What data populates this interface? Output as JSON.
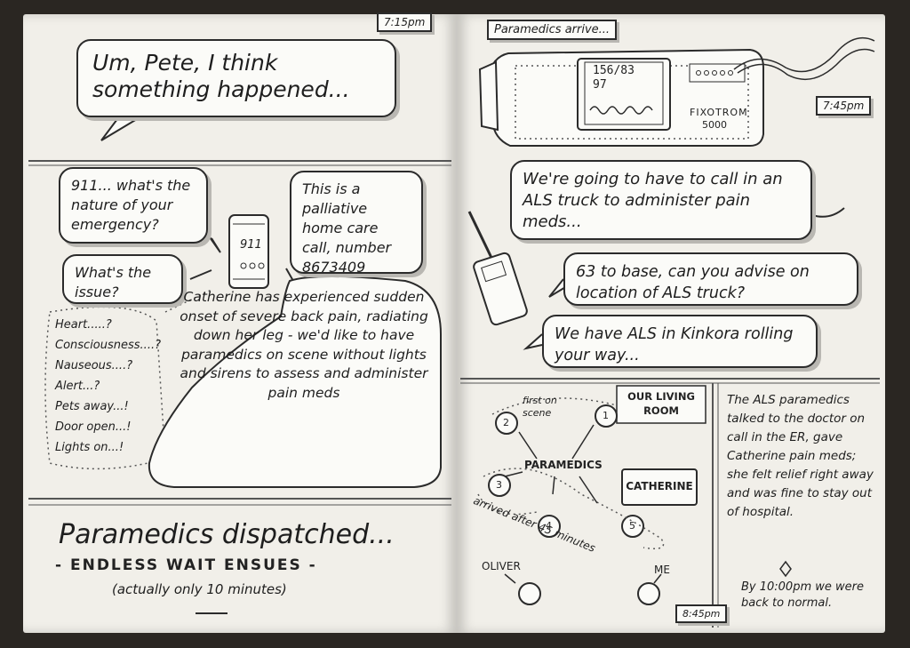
{
  "left_page": {
    "time_1": "7:15pm",
    "bubble_pete": "Um, Pete, I think something happened...",
    "dispatcher_q1": "911... what's the nature of your emergency?",
    "dispatcher_q2": "What's the issue?",
    "caller_reply": "This is a palliative home care call, number 8673409",
    "phone_screen": "911",
    "checklist": [
      "Heart.....?",
      "Consciousness....?",
      "Nauseous....?",
      "Alert...?",
      "Pets away...!",
      "Door open...!",
      "Lights on...!"
    ],
    "catherine_desc": "Catherine has experienced sudden onset of severe back pain, radiating down her leg - we'd like to have paramedics on scene without lights and sirens to assess and administer pain meds",
    "dispatched_title": "Paramedics dispatched...",
    "dispatched_sub": "- ENDLESS WAIT ENSUES -",
    "dispatched_note": "(actually only 10 minutes)"
  },
  "right_page": {
    "arrive_caption": "Paramedics arrive...",
    "monitor_reading_1": "156/83",
    "monitor_reading_2": "97",
    "monitor_brand": "FIXOTROM",
    "monitor_model": "5000",
    "time_2": "7:45pm",
    "paramedic_line": "We're going to have to call in an ALS truck to administer pain meds...",
    "radio_call": "63 to base, can you advise on location of ALS truck?",
    "radio_reply": "We have ALS in Kinkora rolling your way...",
    "diagram": {
      "room_label": "OUR LIVING ROOM",
      "first_on_scene": "first on scene",
      "paramedics_label": "PARAMEDICS",
      "catherine_label": "CATHERINE",
      "arrived_label": "arrived after 45 minutes",
      "oliver_label": "OLIVER",
      "me_label": "ME",
      "numbers": [
        "1",
        "2",
        "3",
        "4",
        "5"
      ]
    },
    "ending_text": "The ALS paramedics talked to the doctor on call in the ER, gave Catherine pain meds; she felt relief right away and was fine to stay out of hospital.",
    "ending_time": "By 10:00pm we were back to normal.",
    "time_3": "8:45pm"
  }
}
